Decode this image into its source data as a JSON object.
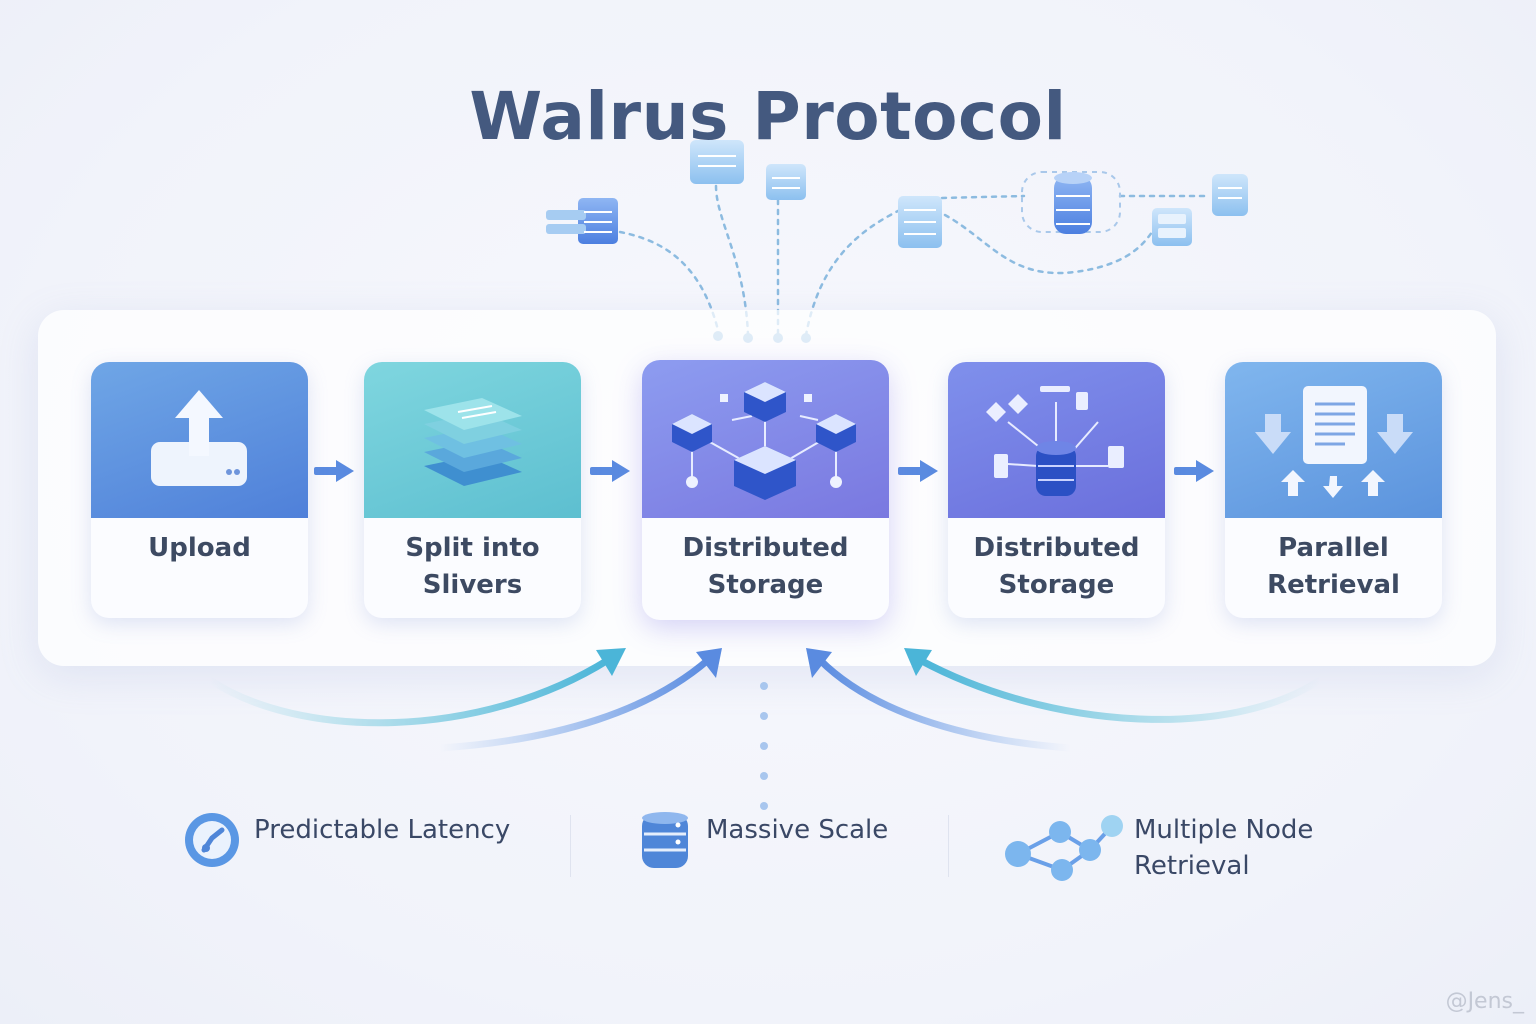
{
  "title": "Walrus Protocol",
  "steps": [
    {
      "label_lines": [
        "Upload"
      ],
      "icon": "upload-icon"
    },
    {
      "label_lines": [
        "Split into",
        "Slivers"
      ],
      "icon": "stack-layers-icon"
    },
    {
      "label_lines": [
        "Distributed",
        "Storage"
      ],
      "icon": "network-cubes-icon"
    },
    {
      "label_lines": [
        "Distributed",
        "Storage"
      ],
      "icon": "database-nodes-icon"
    },
    {
      "label_lines": [
        "Parallel",
        "Retrieval"
      ],
      "icon": "document-arrows-icon"
    }
  ],
  "features": [
    {
      "label_lines": [
        "Predictable Latency"
      ],
      "icon": "gauge-icon"
    },
    {
      "label_lines": [
        "Massive Scale"
      ],
      "icon": "database-icon"
    },
    {
      "label_lines": [
        "Multiple Node",
        "Retrieval"
      ],
      "icon": "node-network-icon"
    }
  ],
  "watermark": "@Jens_",
  "colors": {
    "title": "#44597f",
    "accent_blue": "#5a8be0",
    "accent_teal": "#5cc4d6",
    "accent_purple": "#7a78e0"
  }
}
